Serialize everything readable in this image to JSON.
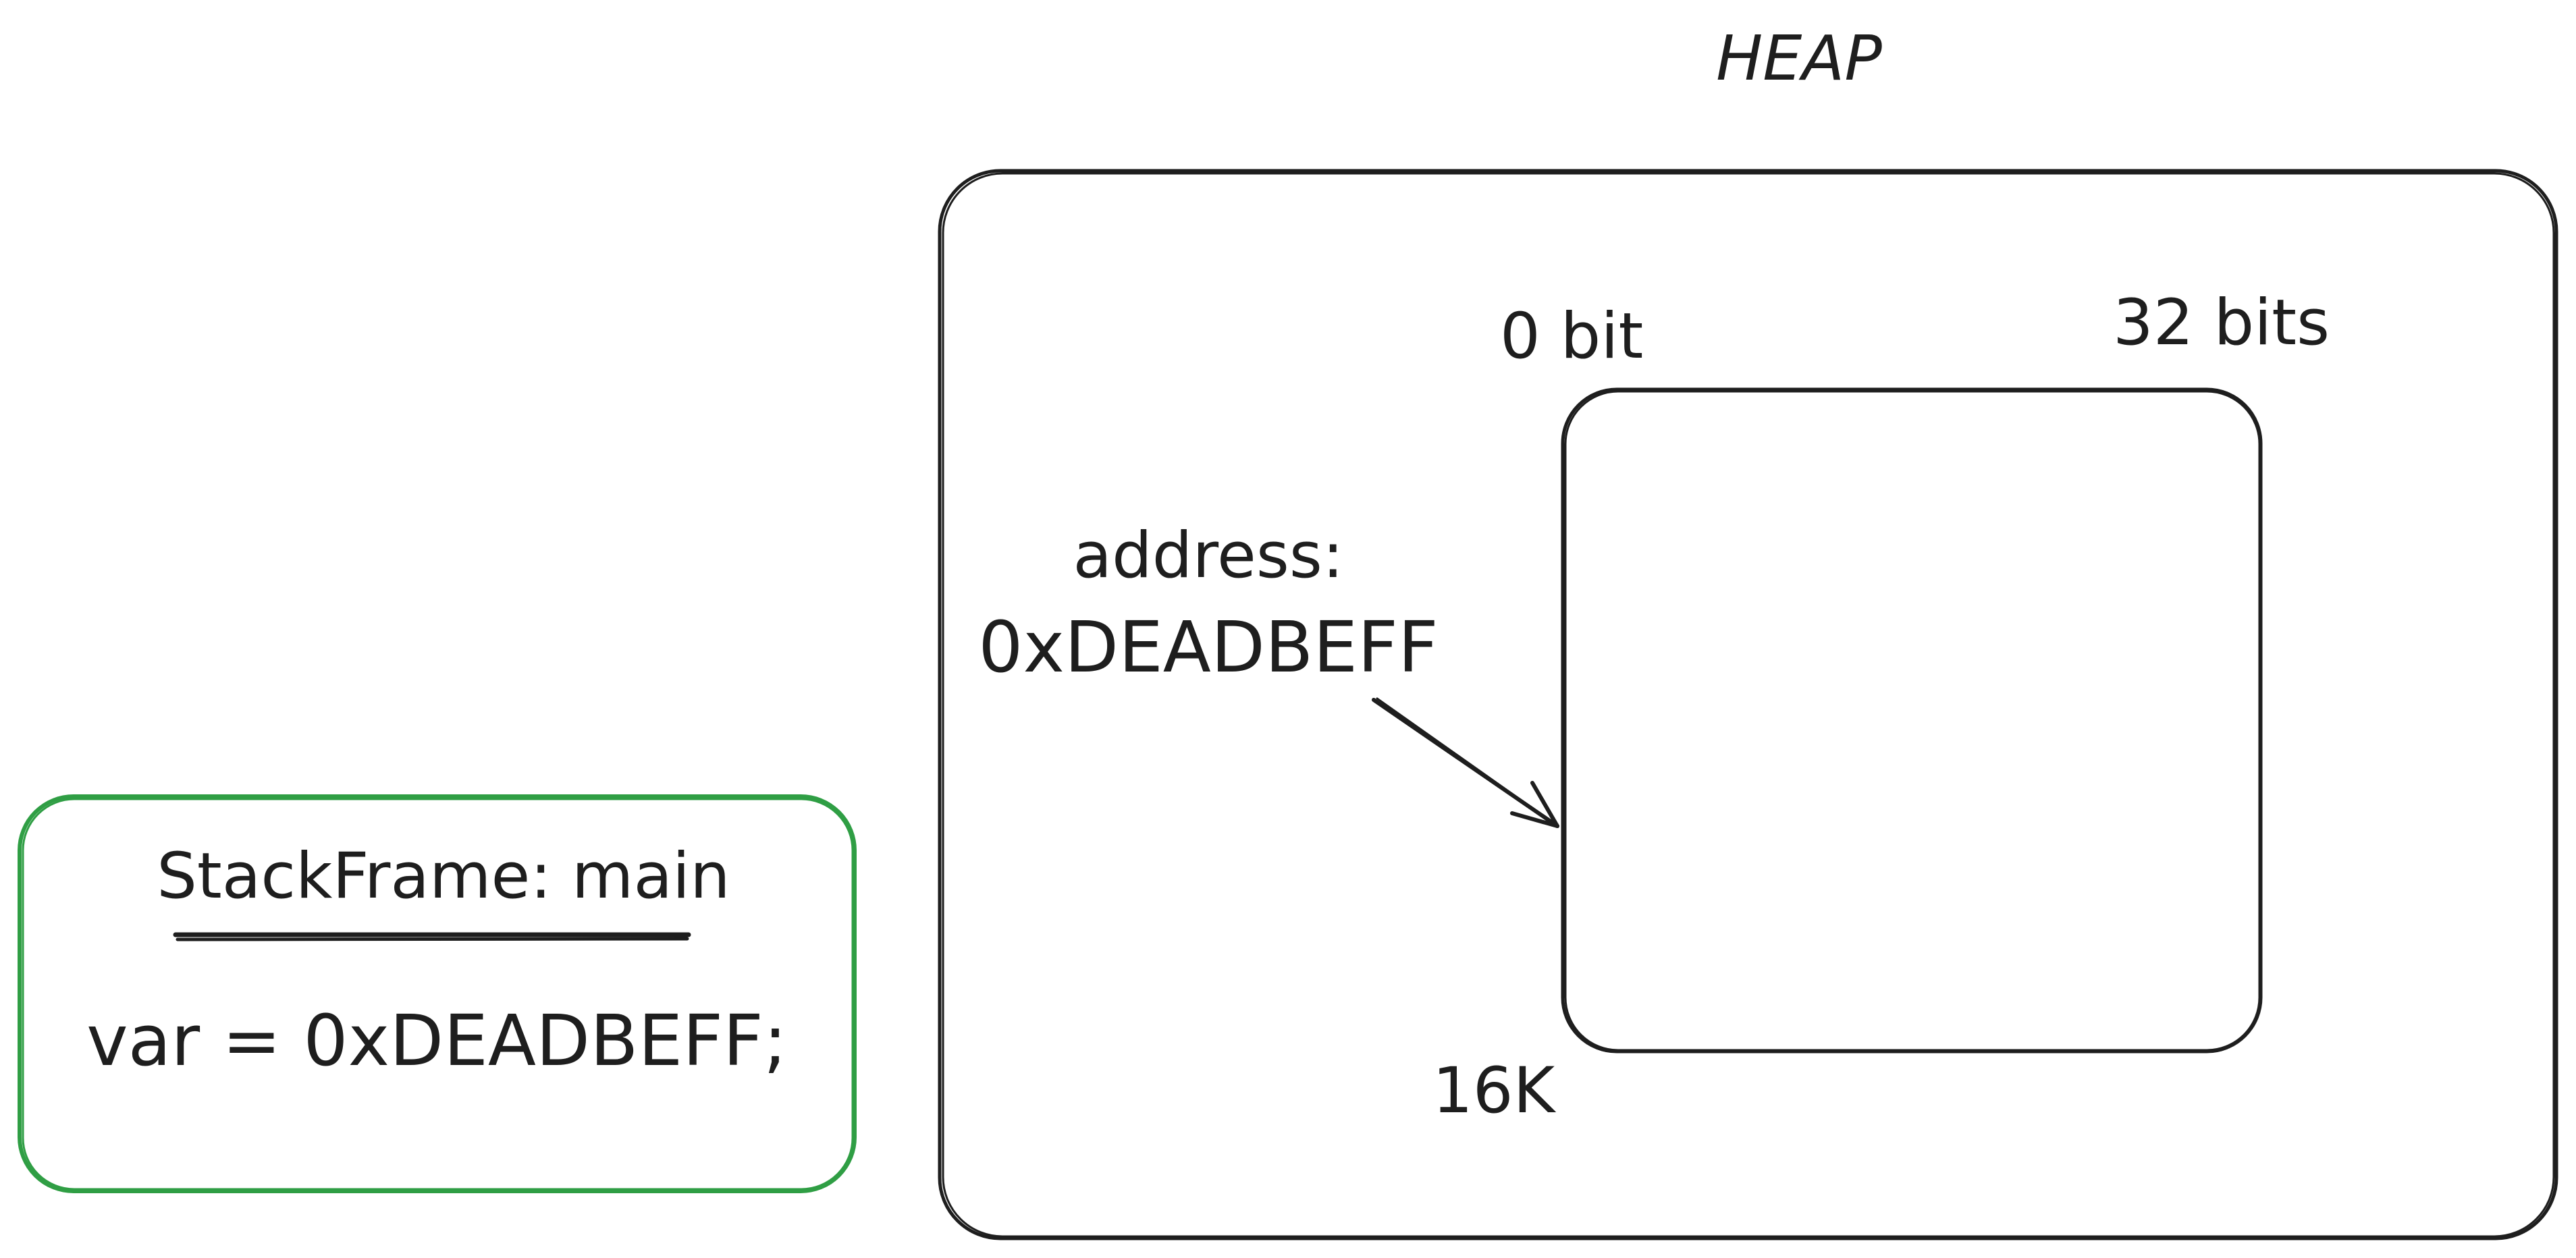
{
  "heap": {
    "title": "HEAP",
    "start_label": "0 bit",
    "end_label": "32 bits",
    "size_label": "16K",
    "address_label": "address:",
    "address_value": "0xDEADBEFF"
  },
  "stack_frame": {
    "title": "StackFrame: main",
    "statement": "var = 0xDEADBEFF;",
    "border_color": "#2f9e44"
  },
  "colors": {
    "stroke": "#1e1e1e",
    "background": "#ffffff"
  }
}
